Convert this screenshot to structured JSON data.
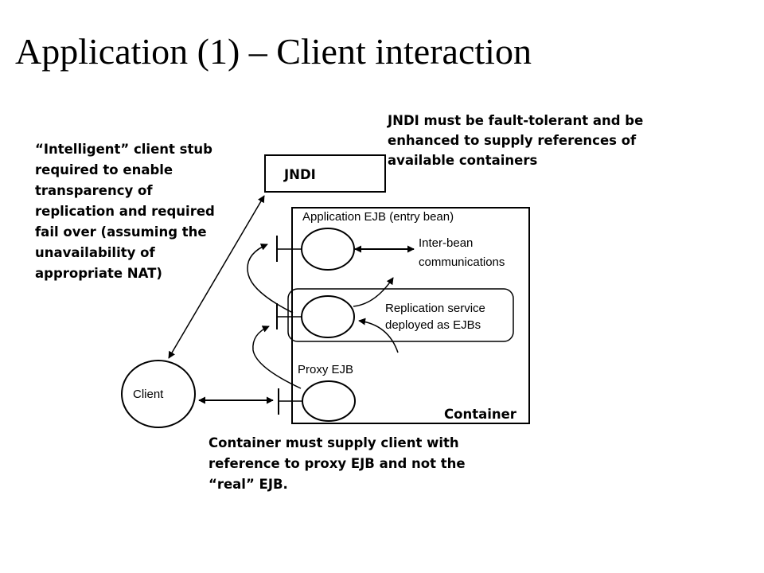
{
  "slide": {
    "title": "Application (1) – Client interaction"
  },
  "diagram": {
    "jndi_label": "JNDI",
    "client_label": "Client",
    "container_label": "Container",
    "app_ejb_label": "Application EJB (entry bean)",
    "proxy_ejb_label": "Proxy EJB",
    "inter_bean_lines": [
      "Inter-bean",
      "communications"
    ],
    "replication_lines": [
      "Replication service",
      "deployed as EJBs"
    ]
  },
  "notes": {
    "client_stub": [
      "“Intelligent” client stub",
      "required to enable",
      "transparency of",
      "replication and required",
      "fail over (assuming the",
      "unavailability of",
      "appropriate NAT)"
    ],
    "jndi": [
      "JNDI must be fault-tolerant and be",
      "enhanced to supply references of",
      "available containers"
    ],
    "container": [
      "Container must supply client with",
      "reference to proxy EJB and not the",
      "“real” EJB."
    ]
  }
}
